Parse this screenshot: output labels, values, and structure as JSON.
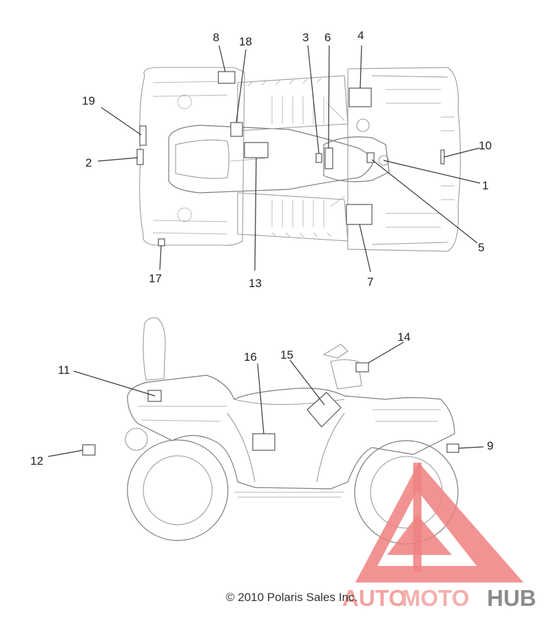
{
  "diagram": {
    "top_view_callouts": [
      "8",
      "18",
      "3",
      "6",
      "4",
      "19",
      "10",
      "2",
      "1",
      "5",
      "17",
      "13",
      "7"
    ],
    "side_view_callouts": [
      "14",
      "16",
      "15",
      "11",
      "12",
      "9"
    ],
    "copyright": "© 2010 Polaris Sales Inc."
  },
  "watermark": {
    "brand_parts": [
      "AUTO",
      "MOTO",
      "HUB"
    ],
    "colors": {
      "triangle": "#f08080",
      "auto": "#f4a3a0",
      "moto": "#f3b0ad",
      "hub": "#8c8c8c"
    }
  }
}
